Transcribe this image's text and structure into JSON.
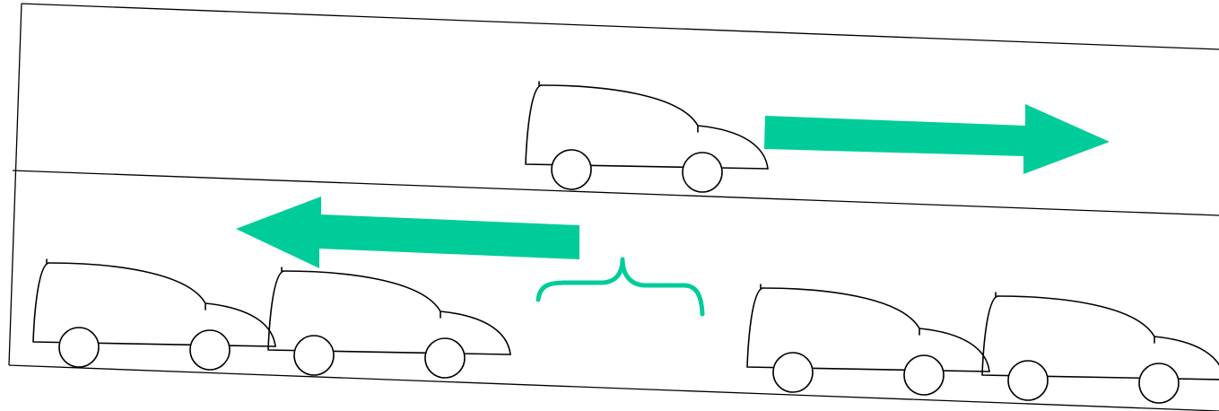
{
  "diagram": {
    "colors": {
      "accent": "#00cc99",
      "line": "#000000",
      "background": "#ffffff"
    },
    "road": {
      "lanes": 2
    },
    "upper_lane": {
      "direction": "right",
      "car_count": 1
    },
    "lower_lane": {
      "direction": "left",
      "car_count": 4,
      "gap_marker": "brace"
    }
  }
}
